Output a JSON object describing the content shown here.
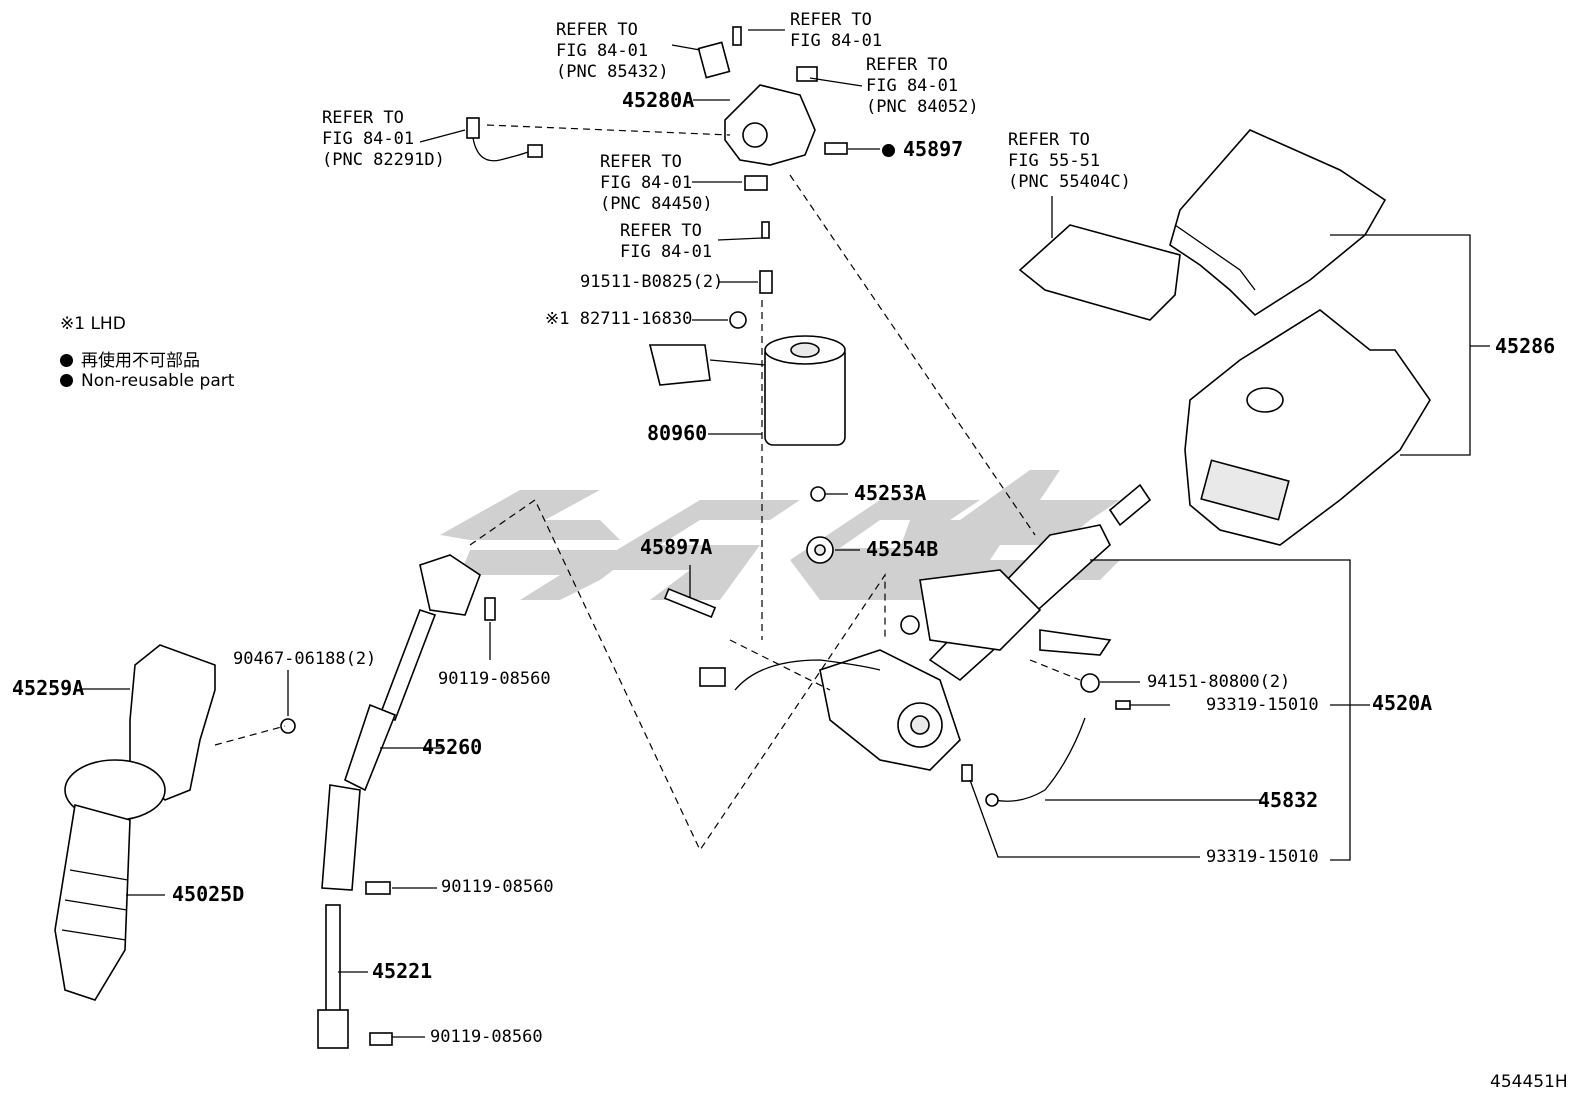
{
  "legend": {
    "note_lhd": "※1 LHD",
    "non_reusable_ja": "再使用不可部品",
    "non_reusable_en": "Non-reusable part"
  },
  "references": {
    "r85432": [
      "REFER TO",
      "FIG 84-01",
      "(PNC 85432)"
    ],
    "r_screw_top": [
      "REFER TO",
      "FIG 84-01"
    ],
    "r84052": [
      "REFER TO",
      "FIG 84-01",
      "(PNC 84052)"
    ],
    "r82291": [
      "REFER TO",
      "FIG 84-01",
      "(PNC 82291D)"
    ],
    "r84450": [
      "REFER TO",
      "FIG 84-01",
      "(PNC 84450)"
    ],
    "r_screw_mid": [
      "REFER TO",
      "FIG 84-01"
    ],
    "r55404": [
      "REFER TO",
      "FIG 55-51",
      "(PNC 55404C)"
    ]
  },
  "parts": {
    "p45280A": "45280A",
    "p45897": "45897",
    "p91511": "91511-B0825(2)",
    "p82711": "82711-16830",
    "p82711_mark": "※1",
    "p80960": "80960",
    "p45253A": "45253A",
    "p45254B": "45254B",
    "p45897A": "45897A",
    "p45286": "45286",
    "p45259A": "45259A",
    "p90467": "90467-06188(2)",
    "p90119_a": "90119-08560",
    "p45260": "45260",
    "p94151": "94151-80800(2)",
    "p93319_a": "93319-15010",
    "p4520A": "4520A",
    "p45832": "45832",
    "p93319_b": "93319-15010",
    "p45025D": "45025D",
    "p90119_b": "90119-08560",
    "p45221": "45221",
    "p90119_c": "90119-08560"
  },
  "diagram_id": "454451H"
}
